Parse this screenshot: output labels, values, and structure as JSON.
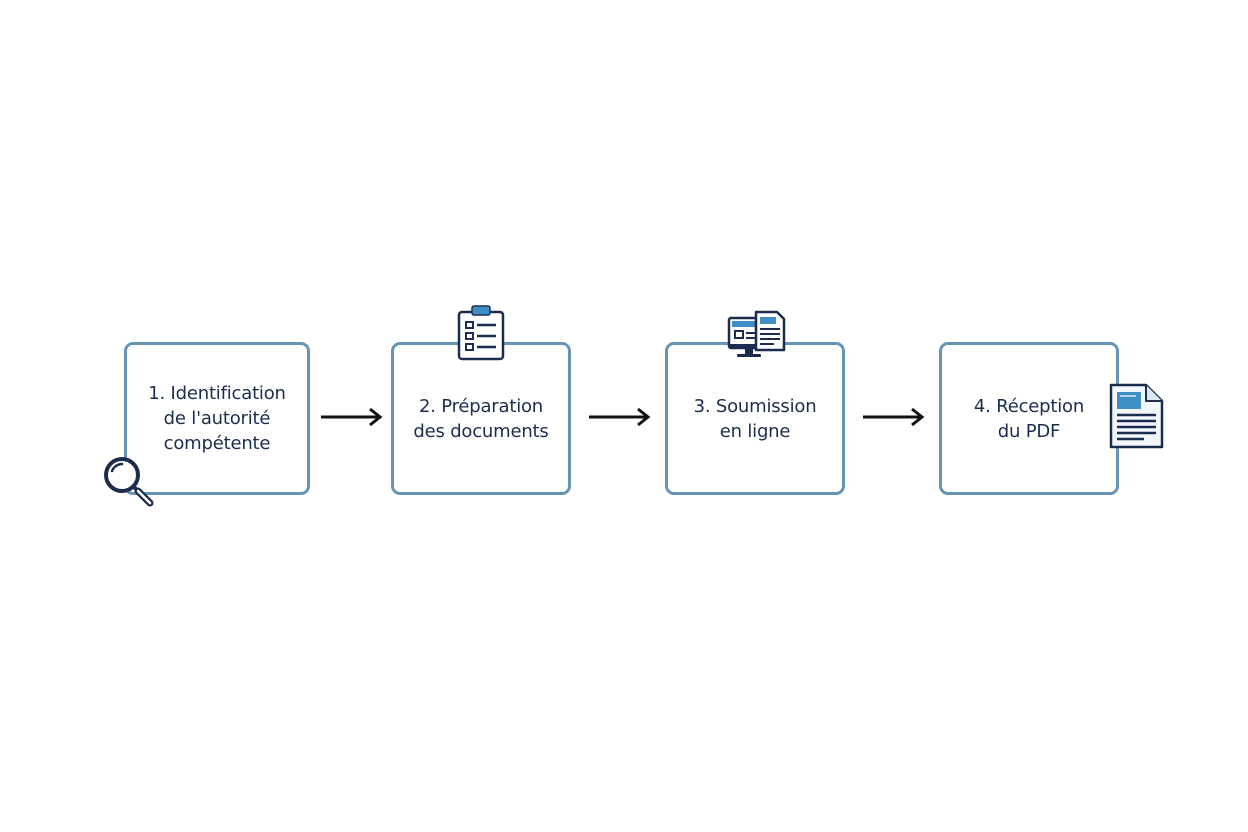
{
  "diagram": {
    "steps": [
      {
        "label": "1. Identification\nde l'autorité\ncompétente"
      },
      {
        "label": "2. Préparation\ndes documents"
      },
      {
        "label": "3. Soumission\nen ligne"
      },
      {
        "label": "4. Réception\ndu PDF"
      }
    ],
    "icons": [
      "search-icon",
      "clipboard-icon",
      "online-submission-icon",
      "pdf-document-icon"
    ],
    "colors": {
      "box_border": "#6496b3",
      "text": "#1b2d4f",
      "icon_dark": "#1b2d4f",
      "icon_accent": "#3f8fc4",
      "arrow": "#111111"
    }
  }
}
